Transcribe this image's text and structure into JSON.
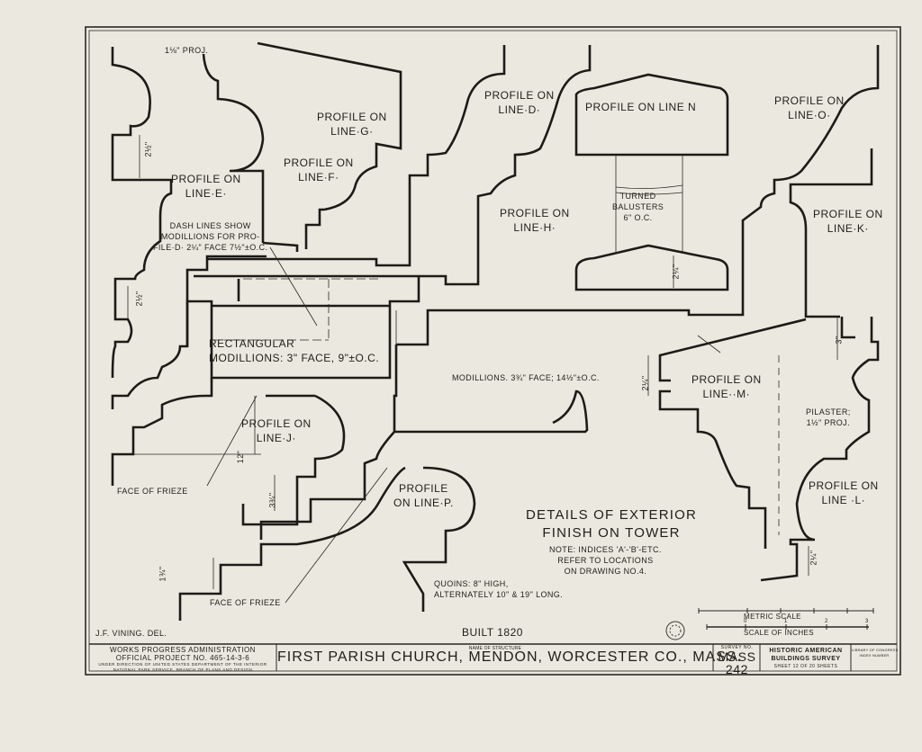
{
  "drawing": {
    "title": [
      "DETAILS OF EXTERIOR",
      "FINISH ON TOWER"
    ],
    "note": [
      "NOTE: INDICES 'A'-'B'-ETC.",
      "REFER TO LOCATIONS",
      "ON DRAWING NO.4."
    ],
    "delineator": "J.F. VINING. DEL.",
    "built": "BUILT 1820",
    "seal_icon": "seal-stamp-icon"
  },
  "profiles": {
    "E": [
      "PROFILE ON",
      "LINE·E·"
    ],
    "F": [
      "PROFILE ON",
      "LINE·F·"
    ],
    "G": [
      "PROFILE ON",
      "LINE·G·"
    ],
    "D": [
      "PROFILE ON",
      "LINE·D·"
    ],
    "H": [
      "PROFILE ON",
      "LINE·H·"
    ],
    "N": "PROFILE ON LINE N",
    "O": [
      "PROFILE ON",
      "LINE·O·"
    ],
    "K": [
      "PROFILE ON",
      "LINE·K·"
    ],
    "M": [
      "PROFILE ON",
      "LINE··M·"
    ],
    "L": [
      "PROFILE ON",
      "LINE ·L·"
    ],
    "J": [
      "PROFILE ON",
      "LINE·J·"
    ],
    "P": [
      "PROFILE",
      "ON LINE·P."
    ]
  },
  "annotations": {
    "proj_top": "1⅛\" PROJ.",
    "dim_e": "2½\"",
    "dim_e2": "2½\"",
    "dash_note": [
      "DASH LINES SHOW",
      "MODILLIONS FOR PRO-",
      "FILE·D· 2¼\" FACE 7½\"±O.C."
    ],
    "rect_modillions": [
      "RECTANGULAR",
      "MODILLIONS: 3\" FACE, 9\"±O.C."
    ],
    "modillions_34": "MODILLIONS. 3¾\" FACE; 14½\"±O.C.",
    "dim_m": "2¼\"",
    "turned_balusters": [
      "TURNED",
      "BALUSTERS",
      "6\" O.C."
    ],
    "dim_n": "2¼\"",
    "dim_k": "3\"",
    "pilaster": [
      "PILASTER;",
      "1½\" PROJ."
    ],
    "dim_l": "2¼\"",
    "dim_j12": "12\"",
    "dim_j3": "3¾\"",
    "face_of_frieze_1": "FACE OF FRIEZE",
    "face_of_frieze_2": "FACE OF FRIEZE",
    "dim_134": "1¾\"",
    "quoins": [
      "QUOINS: 8\" HIGH,",
      "ALTERNATELY 10\" & 19\" LONG."
    ]
  },
  "scales": {
    "metric_label": "METRIC SCALE",
    "inches_label": "SCALE OF INCHES",
    "inch_ticks": [
      "0",
      "1",
      "2",
      "3"
    ]
  },
  "title_block": {
    "agency": [
      "WORKS PROGRESS ADMINISTRATION",
      "OFFICIAL PROJECT NO. 465-14-3-6"
    ],
    "agency_small": [
      "UNDER DIRECTION OF UNITED STATES DEPARTMENT OF THE INTERIOR",
      "NATIONAL PARK SERVICE, BRANCH OF PLANS AND DESIGN"
    ],
    "name_label": "NAME OF STRUCTURE",
    "structure_name": "FIRST PARISH CHURCH, MENDON, WORCESTER CO., MASS.",
    "survey_label": "SURVEY NO.",
    "survey_no": [
      "MASS",
      "242"
    ],
    "habs": [
      "HISTORIC AMERICAN",
      "BUILDINGS SURVEY"
    ],
    "sheet": "SHEET 12 OF 20 SHEETS",
    "library": [
      "LIBRARY OF CONGRESS",
      "INDEX NUMBER"
    ]
  }
}
